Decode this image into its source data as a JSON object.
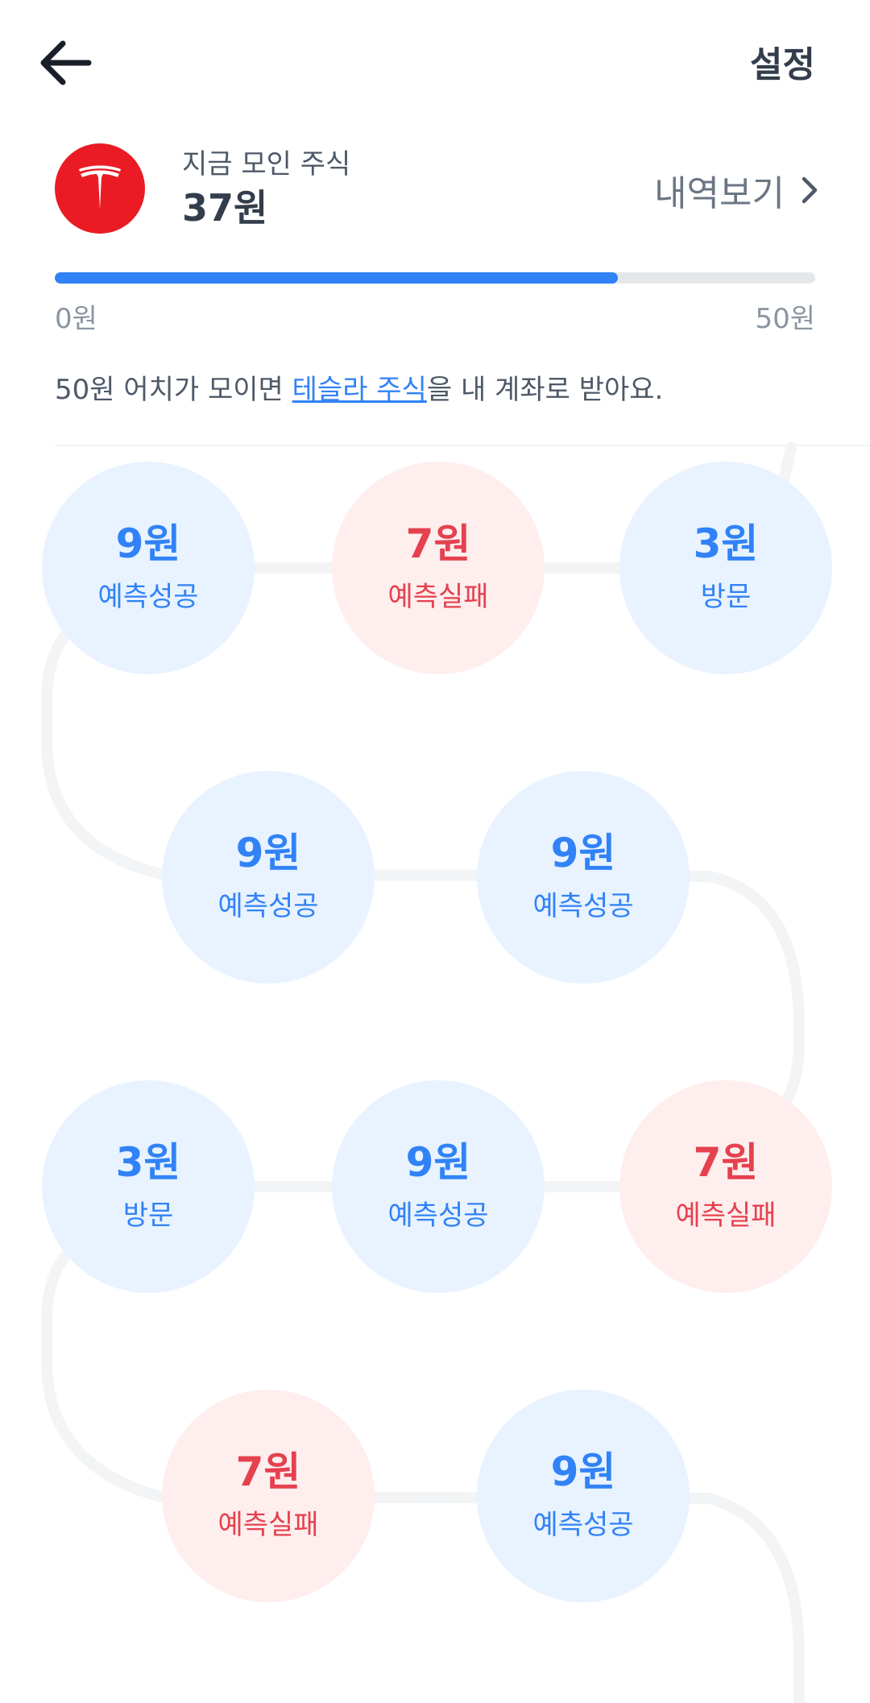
{
  "header": {
    "settings_label": "설정"
  },
  "stock": {
    "caption": "지금 모인 주식",
    "amount": "37원",
    "history_label": "내역보기"
  },
  "progress": {
    "value": 37,
    "max": 50,
    "min_label": "0원",
    "max_label": "50원"
  },
  "info": {
    "prefix": "50원 어치가 모이면 ",
    "link": "테슬라 주식",
    "suffix": "을 내 계좌로 받아요."
  },
  "colors": {
    "accent": "#3182f6",
    "fail": "#e5414f",
    "brand": "#ea1b24"
  },
  "nodes": [
    {
      "amount": "9원",
      "label": "예측성공",
      "status": "success"
    },
    {
      "amount": "7원",
      "label": "예측실패",
      "status": "fail"
    },
    {
      "amount": "3원",
      "label": "방문",
      "status": "visit"
    },
    {
      "amount": "9원",
      "label": "예측성공",
      "status": "success"
    },
    {
      "amount": "9원",
      "label": "예측성공",
      "status": "success"
    },
    {
      "amount": "3원",
      "label": "방문",
      "status": "visit"
    },
    {
      "amount": "9원",
      "label": "예측성공",
      "status": "success"
    },
    {
      "amount": "7원",
      "label": "예측실패",
      "status": "fail"
    },
    {
      "amount": "7원",
      "label": "예측실패",
      "status": "fail"
    },
    {
      "amount": "9원",
      "label": "예측성공",
      "status": "success"
    }
  ]
}
